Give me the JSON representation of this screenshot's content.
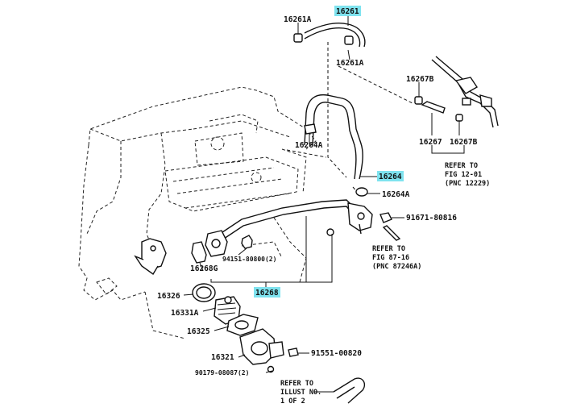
{
  "highlight_color": "#7fe3ef",
  "callouts": {
    "p16261_top": "16261",
    "p16261A_left": "16261A",
    "p16261A_right": "16261A",
    "p16267B_top": "16267B",
    "p16264A_upper": "16264A",
    "p16264": "16264",
    "p16264A_lower": "16264A",
    "p16267": "16267",
    "p16267B_bottom": "16267B",
    "p91671": "91671-80816",
    "p94151": "94151-80800(2)",
    "p16268G": "16268G",
    "p16268": "16268",
    "p16326": "16326",
    "p16331A": "16331A",
    "p16325": "16325",
    "p16321": "16321",
    "p91551": "91551-00820",
    "p90179": "90179-08087(2)"
  },
  "references": {
    "fig12": [
      "REFER TO",
      "FIG 12-01",
      "(PNC 12229)"
    ],
    "fig87": [
      "REFER TO",
      "FIG 87-16",
      "(PNC 87246A)"
    ],
    "illust": [
      "REFER TO",
      "ILLUST NO.",
      "1 OF 2"
    ]
  }
}
